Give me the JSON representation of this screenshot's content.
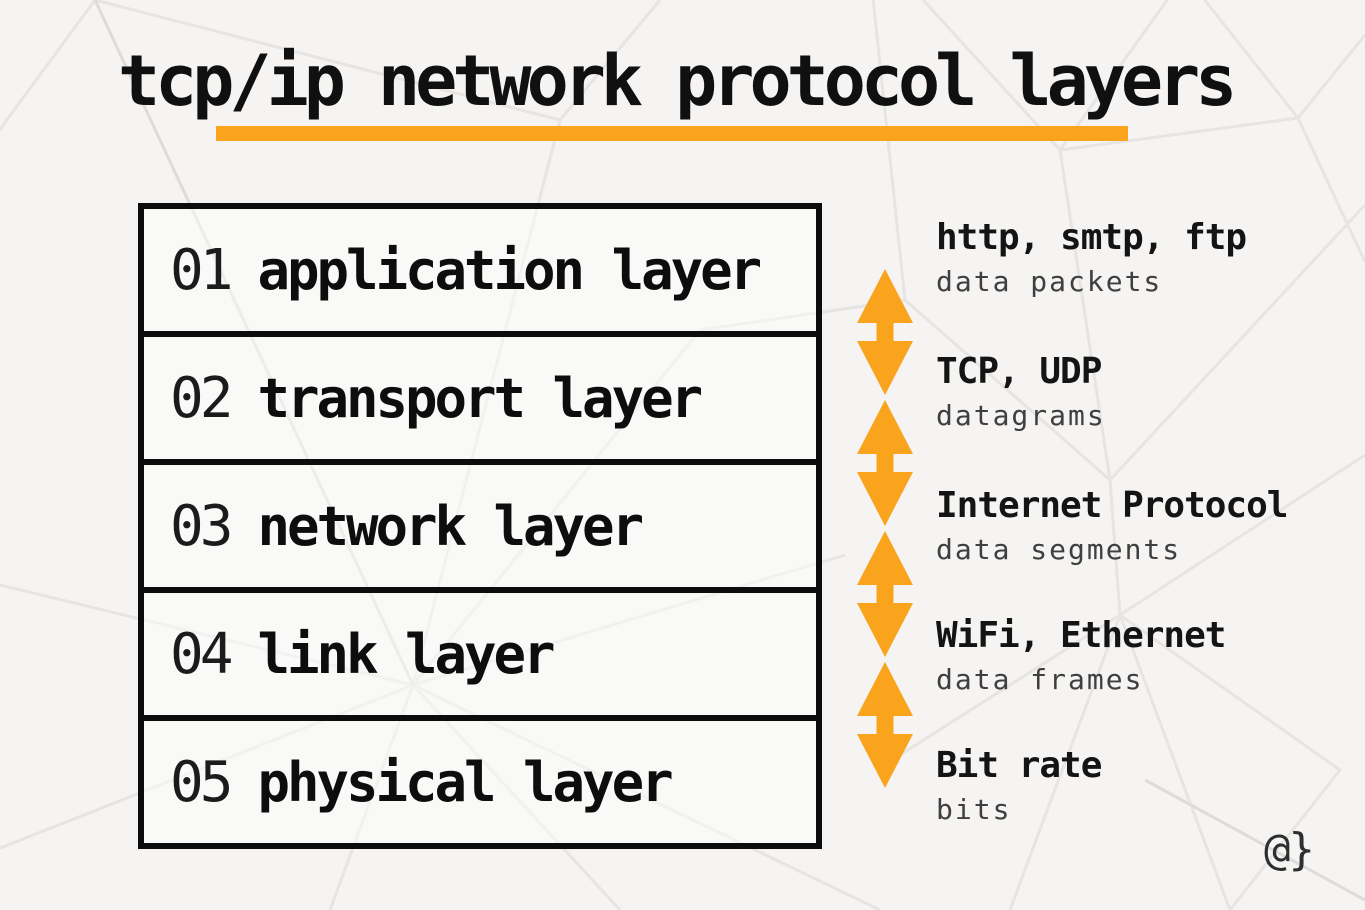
{
  "title": {
    "text": "tcp/ip network protocol layers"
  },
  "stack": {
    "layers": [
      {
        "number": "01",
        "name": "application layer"
      },
      {
        "number": "02",
        "name": "transport layer"
      },
      {
        "number": "03",
        "name": "network layer"
      },
      {
        "number": "04",
        "name": "link layer"
      },
      {
        "number": "05",
        "name": "physical layer"
      }
    ]
  },
  "annotations": [
    {
      "primary": "http, smtp, ftp",
      "secondary": "data packets"
    },
    {
      "primary": "TCP, UDP",
      "secondary": "datagrams"
    },
    {
      "primary": "Internet Protocol",
      "secondary": "data segments"
    },
    {
      "primary": "WiFi, Ethernet",
      "secondary": "data frames"
    },
    {
      "primary": "Bit rate",
      "secondary": "bits"
    }
  ],
  "arrows": {
    "count": 4,
    "direction": "bidirectional-vertical",
    "color": "#F9A41C"
  },
  "logo": {
    "text": "@}"
  },
  "colors": {
    "accent": "#F9A41C",
    "ink": "#0d0d0d",
    "background": "#f5f4f3",
    "mesh_line": "#e7e5e3",
    "muted_text": "#3f3f3f"
  }
}
